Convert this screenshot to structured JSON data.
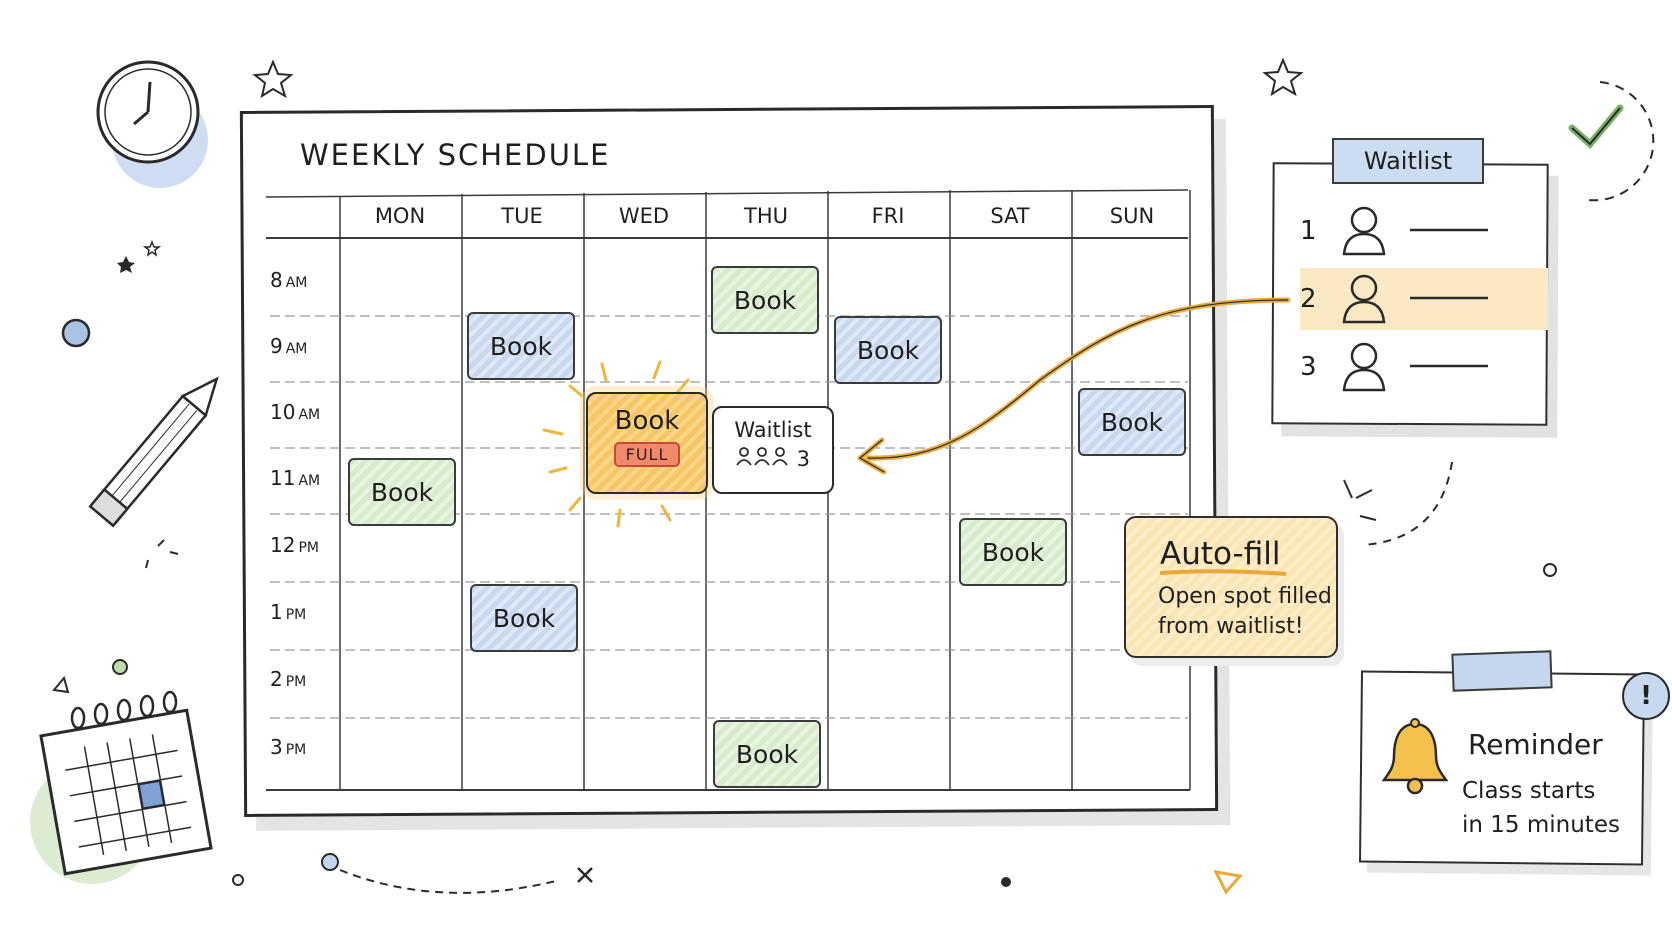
{
  "schedule": {
    "title": "WEEKLY SCHEDULE",
    "days": [
      "MON",
      "TUE",
      "WED",
      "THU",
      "FRI",
      "SAT",
      "SUN"
    ],
    "times": [
      {
        "h": "8",
        "p": "AM"
      },
      {
        "h": "9",
        "p": "AM"
      },
      {
        "h": "10",
        "p": "AM"
      },
      {
        "h": "11",
        "p": "AM"
      },
      {
        "h": "12",
        "p": "PM"
      },
      {
        "h": "1",
        "p": "PM"
      },
      {
        "h": "2",
        "p": "PM"
      },
      {
        "h": "3",
        "p": "PM"
      }
    ],
    "book_label": "Book",
    "full_slot": {
      "label": "Book",
      "badge": "FULL"
    },
    "waitlist_popup": {
      "title": "Waitlist",
      "count": "3"
    }
  },
  "waitlist": {
    "title": "Waitlist",
    "rows": [
      "1",
      "2",
      "3"
    ]
  },
  "autofill": {
    "title": "Auto-fill",
    "line1": "Open spot filled",
    "line2": "from waitlist!"
  },
  "reminder": {
    "title": "Reminder",
    "line1": "Class starts",
    "line2": "in 15 minutes",
    "alert": "!"
  },
  "colors": {
    "green_slot": "#d7eccd",
    "blue_slot": "#c9d8ef",
    "full_slot": "#f7c766",
    "full_badge": "#f08a6c",
    "highlight_row": "#fbe9c3",
    "arrow": "#e8a93a"
  }
}
